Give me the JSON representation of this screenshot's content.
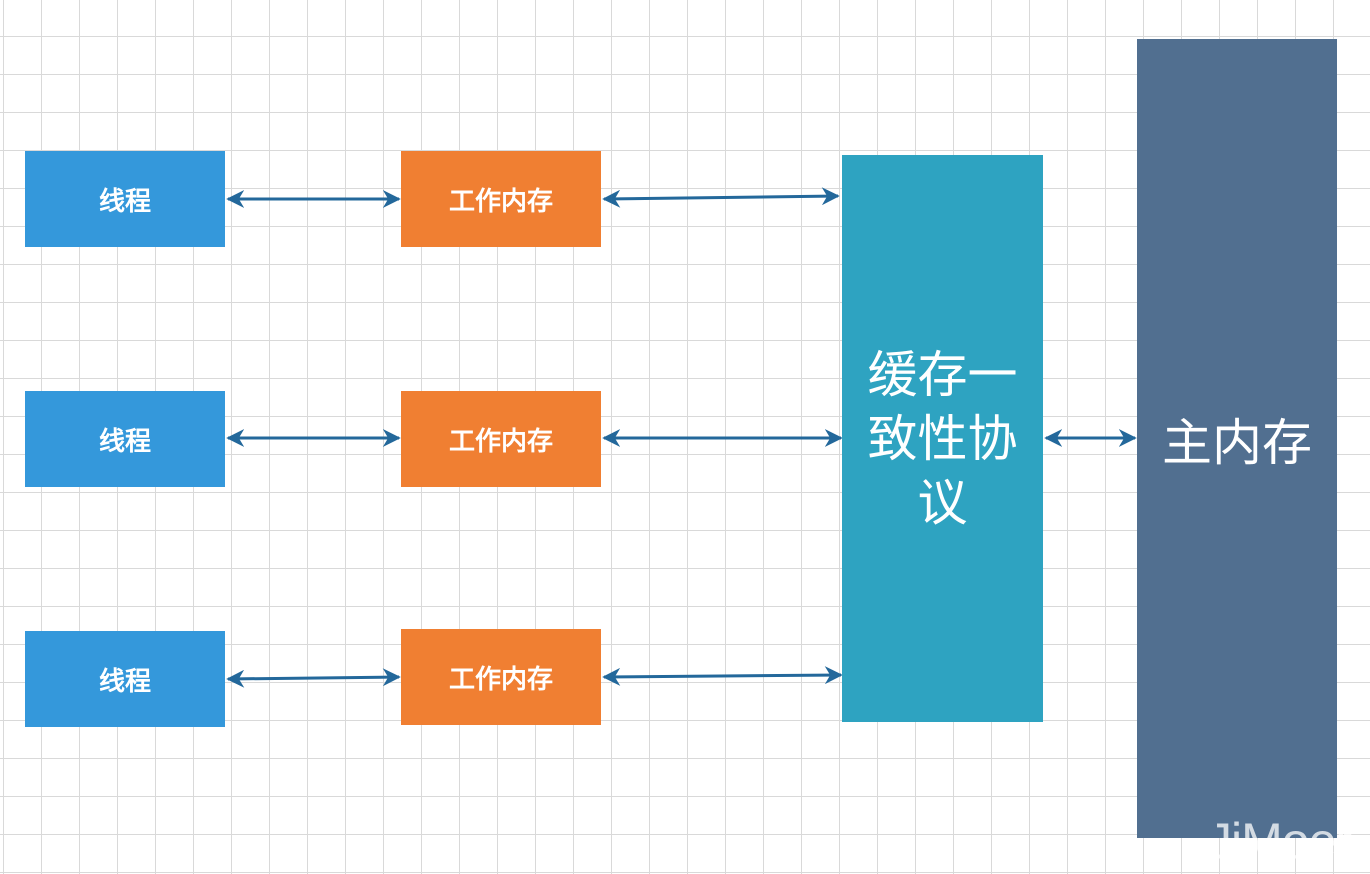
{
  "threads": [
    {
      "label": "线程"
    },
    {
      "label": "线程"
    },
    {
      "label": "线程"
    }
  ],
  "work_memory": [
    {
      "label": "工作内存"
    },
    {
      "label": "工作内存"
    },
    {
      "label": "工作内存"
    }
  ],
  "cache_protocol": {
    "label": "缓存一致性协议"
  },
  "main_memory": {
    "label": "主内存"
  },
  "watermark": "JiMoer",
  "colors": {
    "thread": "#3498db",
    "work_memory": "#f07f32",
    "cache_protocol": "#2ea3c1",
    "main_memory": "#516f90",
    "arrow": "#23689b",
    "grid": "#d9d9d9"
  }
}
